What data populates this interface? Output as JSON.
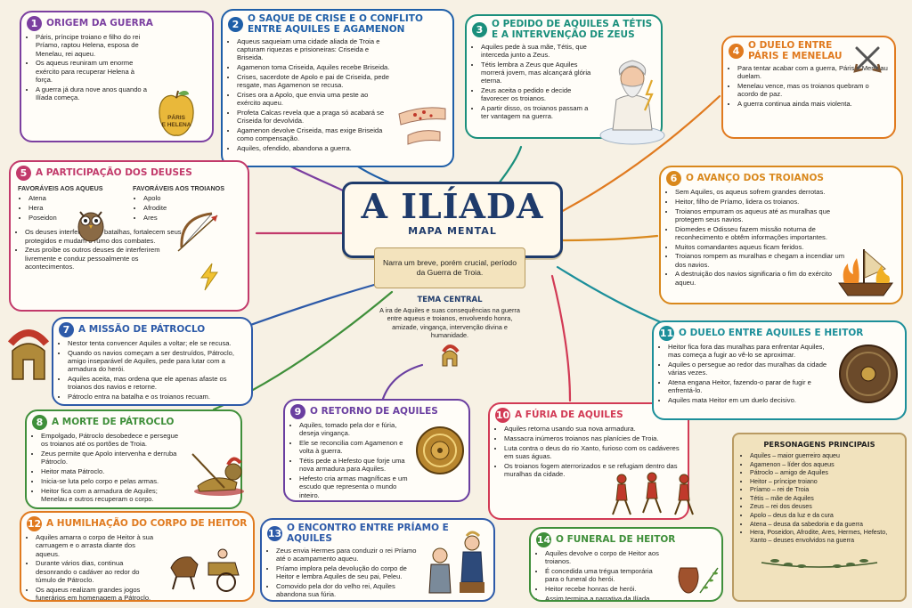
{
  "center": {
    "title": "A ILÍADA",
    "subtitle": "MAPA MENTAL",
    "description": "Narra um breve, porém crucial, período da Guerra de Troia."
  },
  "theme": {
    "title": "TEMA CENTRAL",
    "text": "A ira de Aquiles e suas consequências na guerra entre aqueus e troianos, envolvendo honra, amizade, vingança, intervenção divina e humanidade."
  },
  "sections": [
    {
      "num": "1",
      "title": "ORIGEM DA GUERRA",
      "color": "#7b3fa0",
      "items": [
        "Páris, príncipe troiano e filho do rei Príamo, raptou Helena, esposa de Menelau, rei aqueu.",
        "Os aqueus reuniram um enorme exército para recuperar Helena à força.",
        "A guerra já dura nove anos quando a Ilíada começa."
      ]
    },
    {
      "num": "2",
      "title": "O SAQUE DE CRISE E O CONFLITO ENTRE AQUILES E AGAMENON",
      "color": "#1f5fa8",
      "items": [
        "Aqueus saqueiam uma cidade aliada de Troia e capturam riquezas e prisioneiras: Criseida e Briseida.",
        "Agamenon toma Criseida, Aquiles recebe Briseida.",
        "Crises, sacerdote de Apolo e pai de Criseida, pede resgate, mas Agamenon se recusa.",
        "Crises ora a Apolo, que envia uma peste ao exército aqueu.",
        "Profeta Calcas revela que a praga só acabará se Criseida for devolvida.",
        "Agamenon devolve Criseida, mas exige Briseida como compensação.",
        "Aquiles, ofendido, abandona a guerra."
      ]
    },
    {
      "num": "3",
      "title": "O PEDIDO DE AQUILES A TÉTIS E A INTERVENÇÃO DE ZEUS",
      "color": "#1a8f7c",
      "items": [
        "Aquiles pede à sua mãe, Tétis, que interceda junto a Zeus.",
        "Tétis lembra a Zeus que Aquiles morrerá jovem, mas alcançará glória eterna.",
        "Zeus aceita o pedido e decide favorecer os troianos.",
        "A partir disso, os troianos passam a ter vantagem na guerra."
      ]
    },
    {
      "num": "4",
      "title": "O DUELO ENTRE PÁRIS E MENELAU",
      "color": "#e07a1f",
      "items": [
        "Para tentar acabar com a guerra, Páris e Menelau duelam.",
        "Menelau vence, mas os troianos quebram o acordo de paz.",
        "A guerra continua ainda mais violenta."
      ]
    },
    {
      "num": "5",
      "title": "A PARTICIPAÇÃO DOS DEUSES",
      "color": "#c23a6b",
      "fav_aqueus_label": "FAVORÁVEIS AOS AQUEUS",
      "fav_aqueus": [
        "Atena",
        "Hera",
        "Poseidon"
      ],
      "fav_troianos_label": "FAVORÁVEIS AOS TROIANOS",
      "fav_troianos": [
        "Apolo",
        "Afrodite",
        "Ares"
      ],
      "items": [
        "Os deuses interferem nas batalhas, fortalecem seus protegidos e mudam o rumo dos combates.",
        "Zeus proíbe os outros deuses de interferirem livremente e conduz pessoalmente os acontecimentos."
      ]
    },
    {
      "num": "6",
      "title": "O AVANÇO DOS TROIANOS",
      "color": "#d9881c",
      "items": [
        "Sem Aquiles, os aqueus sofrem grandes derrotas.",
        "Heitor, filho de Príamo, lidera os troianos.",
        "Troianos empurram os aqueus até as muralhas que protegem seus navios.",
        "Diomedes e Odisseu fazem missão noturna de reconhecimento e obtêm informações importantes.",
        "Muitos comandantes aqueus ficam feridos.",
        "Troianos rompem as muralhas e chegam a incendiar um dos navios.",
        "A destruição dos navios significaria o fim do exército aqueu."
      ]
    },
    {
      "num": "7",
      "title": "A MISSÃO DE PÁTROCLO",
      "color": "#2d5aa8",
      "items": [
        "Nestor tenta convencer Aquiles a voltar; ele se recusa.",
        "Quando os navios começam a ser destruídos, Pátroclo, amigo inseparável de Aquiles, pede para lutar com a armadura do herói.",
        "Aquiles aceita, mas ordena que ele apenas afaste os troianos dos navios e retorne.",
        "Pátroclo entra na batalha e os troianos recuam."
      ]
    },
    {
      "num": "8",
      "title": "A MORTE DE PÁTROCLO",
      "color": "#3f8f3a",
      "items": [
        "Empolgado, Pátroclo desobedece e persegue os troianos até os portões de Troia.",
        "Zeus permite que Apolo intervenha e derruba Pátroclo.",
        "Heitor mata Pátroclo.",
        "Inicia-se luta pelo corpo e pelas armas.",
        "Heitor fica com a armadura de Aquiles; Menelau e outros recuperam o corpo."
      ]
    },
    {
      "num": "9",
      "title": "O RETORNO DE AQUILES",
      "color": "#6a3fa0",
      "items": [
        "Aquiles, tomado pela dor e fúria, deseja vingança.",
        "Ele se reconcilia com Agamenon e volta à guerra.",
        "Tétis pede a Hefesto que forje uma nova armadura para Aquiles.",
        "Hefesto cria armas magníficas e um escudo que representa o mundo inteiro."
      ]
    },
    {
      "num": "10",
      "title": "A FÚRIA DE AQUILES",
      "color": "#d23a55",
      "items": [
        "Aquiles retorna usando sua nova armadura.",
        "Massacra inúmeros troianos nas planícies de Troia.",
        "Luta contra o deus do rio Xanto, furioso com os cadáveres em suas águas.",
        "Os troianos fogem aterrorizados e se refugiam dentro das muralhas da cidade."
      ]
    },
    {
      "num": "11",
      "title": "O DUELO ENTRE AQUILES E HEITOR",
      "color": "#1c8f9a",
      "items": [
        "Heitor fica fora das muralhas para enfrentar Aquiles, mas começa a fugir ao vê-lo se aproximar.",
        "Aquiles o persegue ao redor das muralhas da cidade várias vezes.",
        "Atena engana Heitor, fazendo-o parar de fugir e enfrentá-lo.",
        "Aquiles mata Heitor em um duelo decisivo."
      ]
    },
    {
      "num": "12",
      "title": "A HUMILHAÇÃO DO CORPO DE HEITOR",
      "color": "#e07a1f",
      "items": [
        "Aquiles amarra o corpo de Heitor à sua carruagem e o arrasta diante dos aqueus.",
        "Durante vários dias, continua desonrando o cadáver ao redor do túmulo de Pátroclo.",
        "Os aqueus realizam grandes jogos funerários em homenagem a Pátroclo."
      ]
    },
    {
      "num": "13",
      "title": "O ENCONTRO ENTRE PRÍAMO E AQUILES",
      "color": "#2d5aa8",
      "items": [
        "Zeus envia Hermes para conduzir o rei Príamo até o acampamento aqueu.",
        "Príamo implora pela devolução do corpo de Heitor e lembra Aquiles de seu pai, Peleu.",
        "Comovido pela dor do velho rei, Aquiles abandona sua fúria."
      ]
    },
    {
      "num": "14",
      "title": "O FUNERAL DE HEITOR",
      "color": "#3f8f3a",
      "items": [
        "Aquiles devolve o corpo de Heitor aos troianos.",
        "É concedida uma trégua temporária para o funeral do herói.",
        "Heitor recebe honras de herói.",
        "Assim termina a narrativa da Ilíada."
      ]
    }
  ],
  "apple_label": "PÁRIS E HELENA",
  "characters": {
    "title": "PERSONAGENS PRINCIPAIS",
    "items": [
      "Aquiles – maior guerreiro aqueu",
      "Agamenon – líder dos aqueus",
      "Pátroclo – amigo de Aquiles",
      "Heitor – príncipe troiano",
      "Príamo – rei de Troia",
      "Tétis – mãe de Aquiles",
      "Zeus – rei dos deuses",
      "Apolo – deus da luz e da cura",
      "Atena – deusa da sabedoria e da guerra",
      "Hera, Poseidon, Afrodite, Ares, Hermes, Hefesto, Xanto – deuses envolvidos na guerra"
    ]
  }
}
